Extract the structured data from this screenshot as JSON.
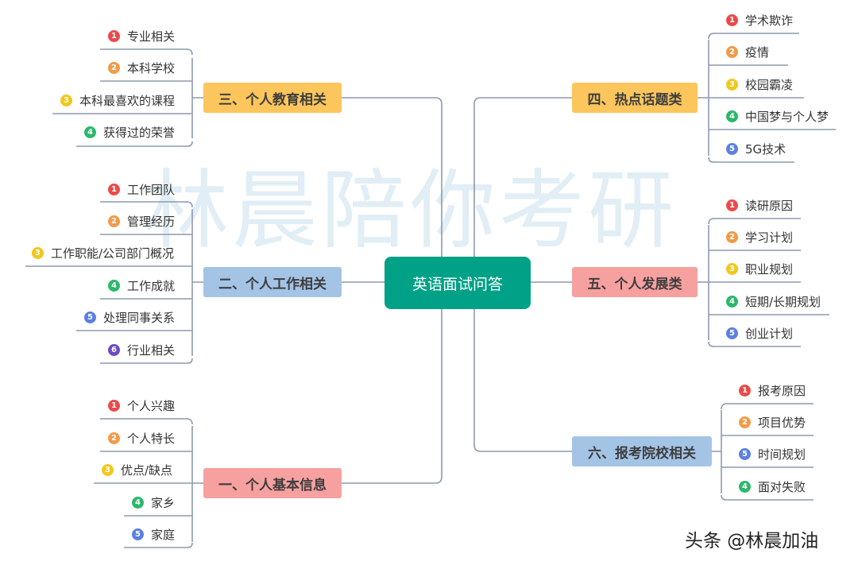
{
  "watermark": "林晨陪你考研",
  "center": "英语面试问答",
  "credit": "头条 @林晨加油",
  "branches": {
    "education": {
      "title": "三、个人教育相关",
      "items": [
        {
          "num": "1",
          "label": "专业相关"
        },
        {
          "num": "2",
          "label": "本科学校"
        },
        {
          "num": "3",
          "label": "本科最喜欢的课程"
        },
        {
          "num": "4",
          "label": "获得过的荣誉"
        }
      ]
    },
    "work": {
      "title": "二、个人工作相关",
      "items": [
        {
          "num": "1",
          "label": "工作团队"
        },
        {
          "num": "2",
          "label": "管理经历"
        },
        {
          "num": "3",
          "label": "工作职能/公司部门概况"
        },
        {
          "num": "4",
          "label": "工作成就"
        },
        {
          "num": "5",
          "label": "处理同事关系"
        },
        {
          "num": "6",
          "label": "行业相关"
        }
      ]
    },
    "basic": {
      "title": "一、个人基本信息",
      "items": [
        {
          "num": "1",
          "label": "个人兴趣"
        },
        {
          "num": "2",
          "label": "个人特长"
        },
        {
          "num": "3",
          "label": "优点/缺点"
        },
        {
          "num": "4",
          "label": "家乡"
        },
        {
          "num": "5",
          "label": "家庭"
        }
      ]
    },
    "hot": {
      "title": "四、热点话题类",
      "items": [
        {
          "num": "1",
          "label": "学术欺诈"
        },
        {
          "num": "2",
          "label": "疫情"
        },
        {
          "num": "3",
          "label": "校园霸凌"
        },
        {
          "num": "4",
          "label": "中国梦与个人梦"
        },
        {
          "num": "5",
          "label": "5G技术"
        }
      ]
    },
    "development": {
      "title": "五、个人发展类",
      "items": [
        {
          "num": "1",
          "label": "读研原因"
        },
        {
          "num": "2",
          "label": "学习计划"
        },
        {
          "num": "3",
          "label": "职业规划"
        },
        {
          "num": "4",
          "label": "短期/长期规划"
        },
        {
          "num": "5",
          "label": "创业计划"
        }
      ]
    },
    "school": {
      "title": "六、报考院校相关",
      "items": [
        {
          "num": "1",
          "label": "报考原因"
        },
        {
          "num": "2",
          "label": "项目优势"
        },
        {
          "num": "5",
          "label": "时间规划"
        },
        {
          "num": "4",
          "label": "面对失败"
        }
      ]
    }
  }
}
